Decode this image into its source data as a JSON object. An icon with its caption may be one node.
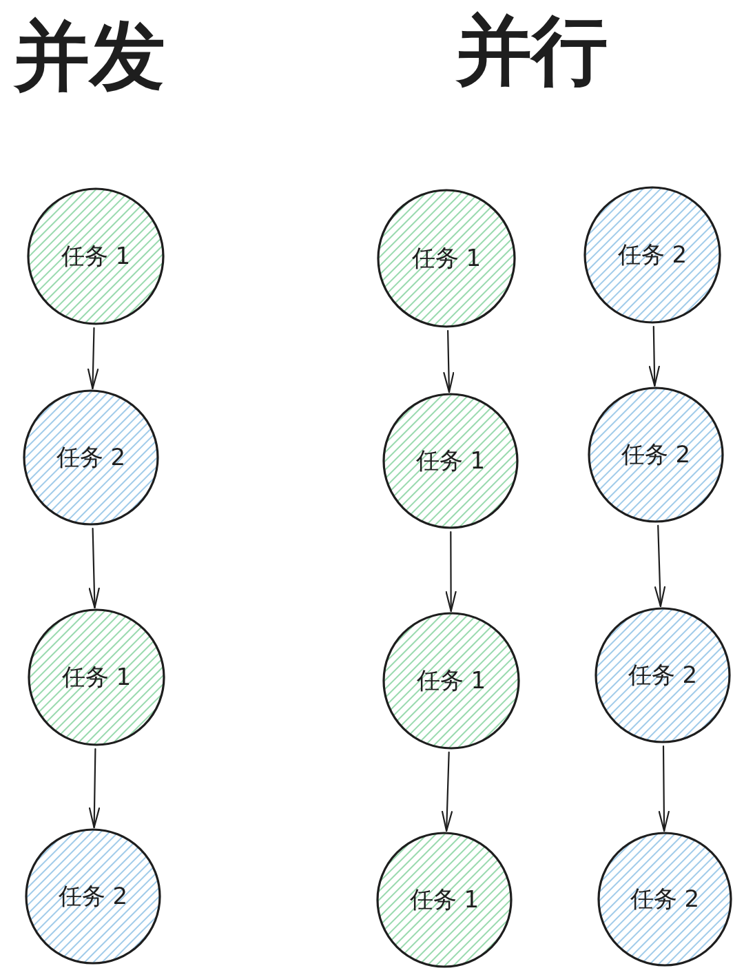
{
  "diagram": {
    "nodes": [
      {
        "text": [
          "任务 1"
        ]
      },
      {
        "text": [
          "任务 2"
        ]
      },
      {
        "text": [
          "任务 1"
        ]
      },
      {
        "text": [
          "任务 2"
        ]
      },
      {
        "text": [
          "任务 1"
        ]
      },
      {
        "text": [
          "任务 1"
        ]
      },
      {
        "text": [
          "任务 1"
        ]
      },
      {
        "text": [
          "任务 1"
        ]
      },
      {
        "text": [
          "任务 2"
        ]
      },
      {
        "text": [
          "任务 2"
        ]
      },
      {
        "text": [
          "任务 2"
        ]
      },
      {
        "text": [
          "任务 2"
        ]
      }
    ],
    "edges": [
      {
        "from": 0,
        "to": 1,
        "arrow": "to"
      },
      {
        "from": 1,
        "to": 2,
        "arrow": "to"
      },
      {
        "from": 2,
        "to": 3,
        "arrow": "to"
      },
      {
        "from": 4,
        "to": 5,
        "arrow": "to"
      },
      {
        "from": 5,
        "to": 6,
        "arrow": "to"
      },
      {
        "from": 6,
        "to": 7,
        "arrow": "to"
      },
      {
        "from": 8,
        "to": 9,
        "arrow": "to"
      },
      {
        "from": 9,
        "to": 10,
        "arrow": "to"
      },
      {
        "from": 10,
        "to": 11,
        "arrow": "to"
      }
    ],
    "labels": [
      "并发",
      "并行"
    ]
  }
}
